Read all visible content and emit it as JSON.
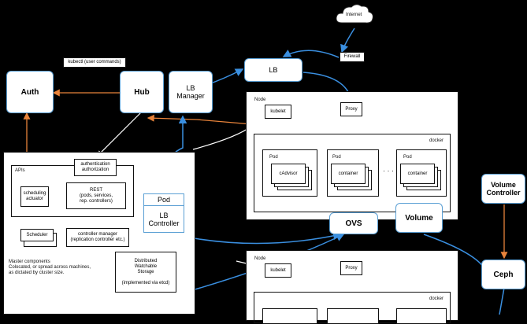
{
  "labels": {
    "internet": "Internet",
    "firewall": "Firewall",
    "kubectl": "kubectl (user commands)",
    "auth": "Auth",
    "hub": "Hub",
    "lb_manager": "LB\nManager",
    "lb": "LB",
    "node": "Node",
    "kubelet": "kubelet",
    "proxy": "Proxy",
    "docker": "docker",
    "pod": "Pod",
    "cadvisor": "cAdvisor",
    "container": "container",
    "ellipsis": "· · ·",
    "apis": "APIs",
    "authn_authz": "authentication\nauthorization",
    "rest": "REST\n(pods, services,\nrep. controllers)",
    "scheduling_actuator": "scheduling\nactuator",
    "scheduler": "Scheduler",
    "controller_manager": "controller manager\n(replication controller etc.)",
    "pod_lb_pod": "Pod",
    "pod_lb_controller": "LB\nController",
    "distributed_storage": "Distributed\nWatchable\nStorage\n\n(implemented via etcd)",
    "master_components": "Master components\nColocated, or spread across machines,\nas dictated by cluster size.",
    "ovs": "OVS",
    "volume": "Volume",
    "volume_controller": "Volume\nController",
    "ceph": "Ceph"
  },
  "colors": {
    "background": "#000000",
    "box_fill": "#ffffff",
    "blue_border": "#5a9fd4",
    "blue_arrow": "#3a8fe0",
    "orange_arrow": "#e8833a",
    "black_line": "#111111"
  }
}
